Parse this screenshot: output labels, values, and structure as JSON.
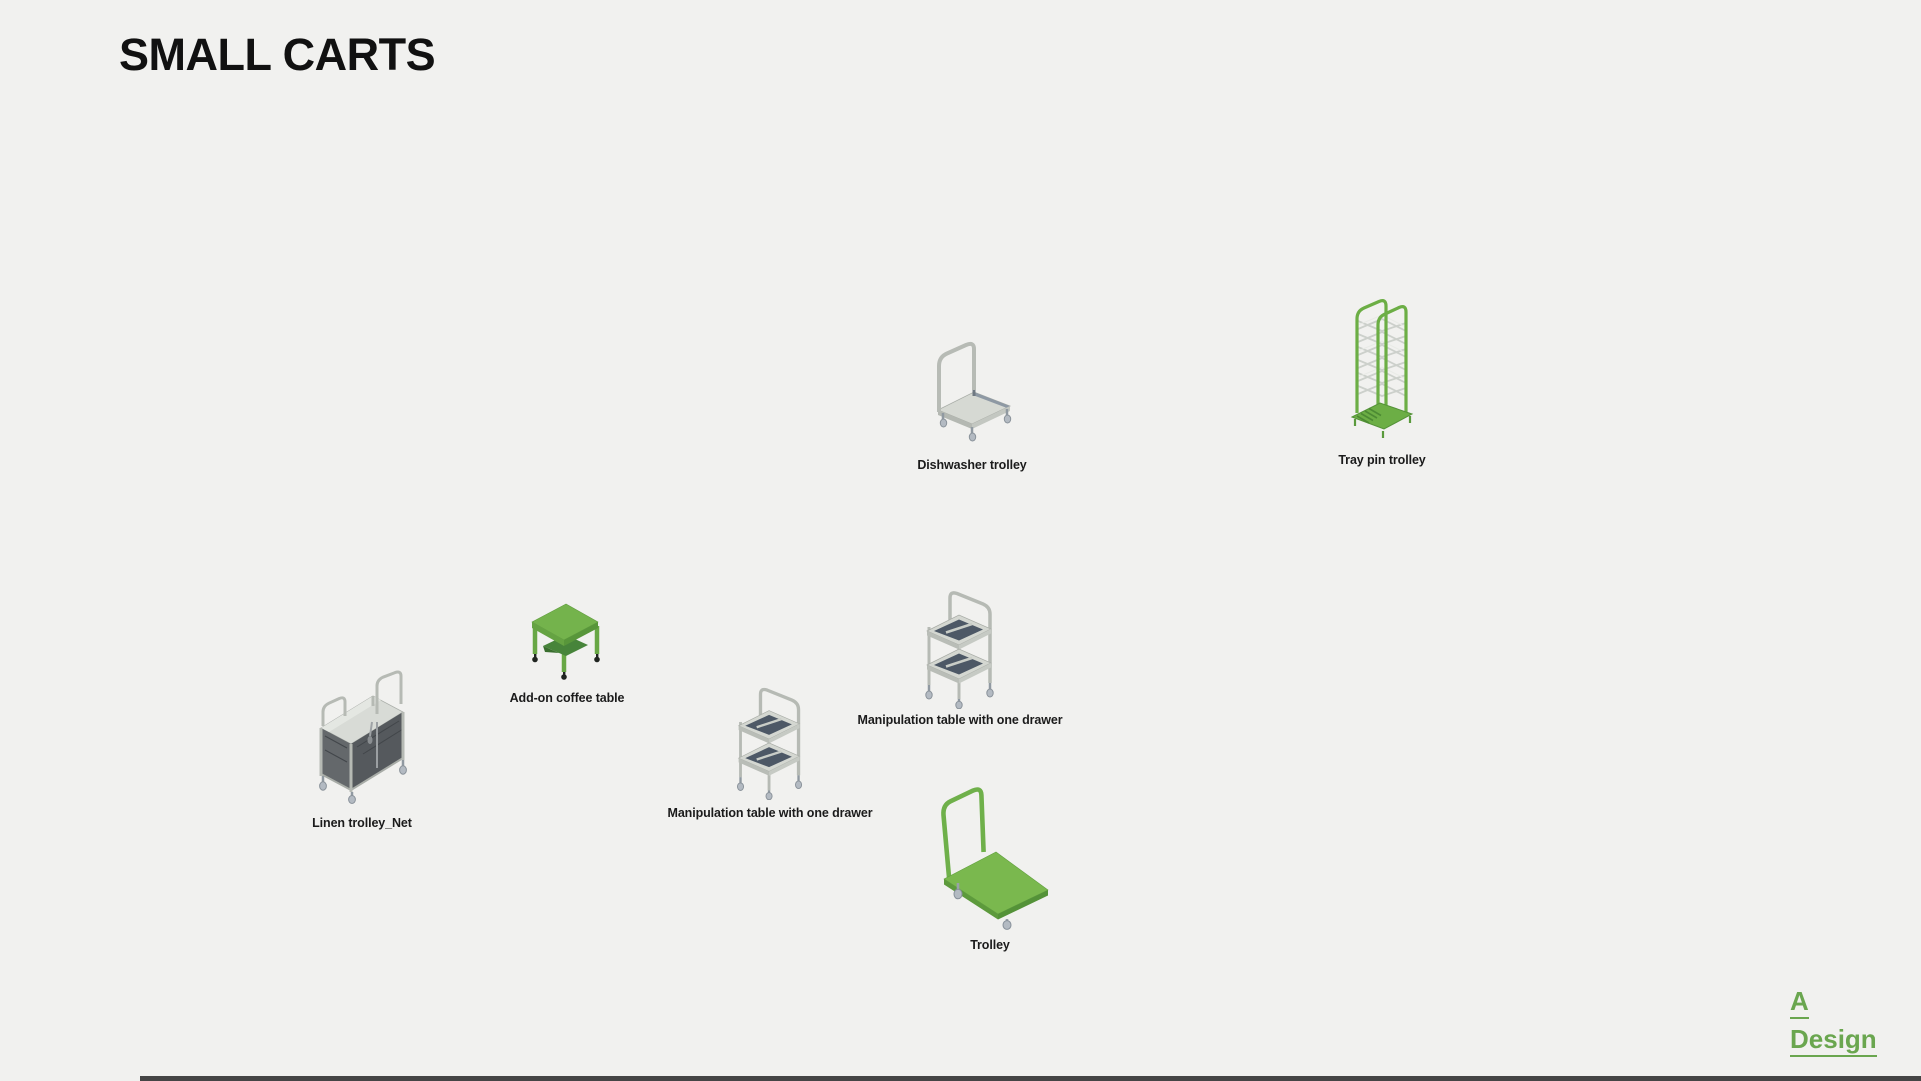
{
  "page": {
    "title": "SMALL CARTS",
    "background_color": "#f1f1ef"
  },
  "items": [
    {
      "id": "dishwasher-trolley",
      "label": "Dishwasher trolley"
    },
    {
      "id": "tray-pin-trolley",
      "label": "Tray pin trolley"
    },
    {
      "id": "add-on-coffee-table",
      "label": "Add-on coffee table"
    },
    {
      "id": "linen-trolley-net",
      "label": "Linen trolley_Net"
    },
    {
      "id": "manipulation-table-one-drawer-left",
      "label": "Manipulation table with one drawer"
    },
    {
      "id": "manipulation-table-one-drawer-right",
      "label": "Manipulation table with one drawer"
    },
    {
      "id": "trolley",
      "label": "Trolley"
    }
  ],
  "logo": {
    "line1": "A",
    "line2": "Design",
    "color": "#6aa64f"
  },
  "colors": {
    "accent_green": "#74b24a",
    "accent_green_dark": "#5d9a3c",
    "frame_gray": "#b6bab4",
    "surface_gray": "#d4d7d1",
    "mesh_dark": "#5c6064",
    "tray_dark": "#4d5866",
    "caster_gray": "#b3bac2",
    "text": "#1b1b1b",
    "bottom_bar": "#454545"
  }
}
